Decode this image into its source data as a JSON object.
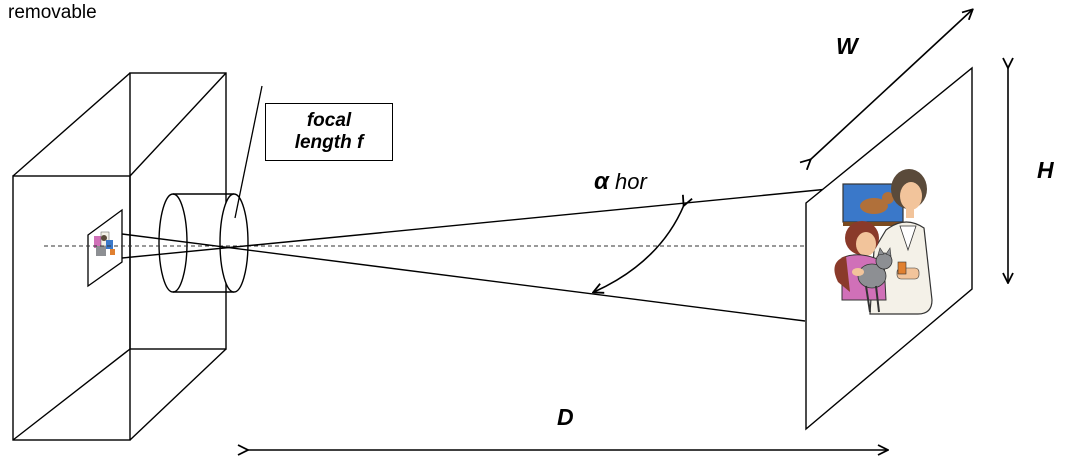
{
  "texts": {
    "top_note": "removable",
    "focal": [
      "focal",
      "length f"
    ],
    "alpha_symbol": "α",
    "alpha_sub": " hor",
    "w": "W",
    "h": "H",
    "d": "D"
  },
  "colors": {
    "line": "#000000",
    "sky": "#3a78c9",
    "skin": "#f2c49b",
    "hair": "#5a4a3a",
    "girl_hair": "#8a3a2a",
    "shirt_pink": "#d070b8",
    "coat": "#f4f1e8",
    "cat": "#8d8f93",
    "dog": "#b0703a",
    "orange": "#e08030"
  }
}
